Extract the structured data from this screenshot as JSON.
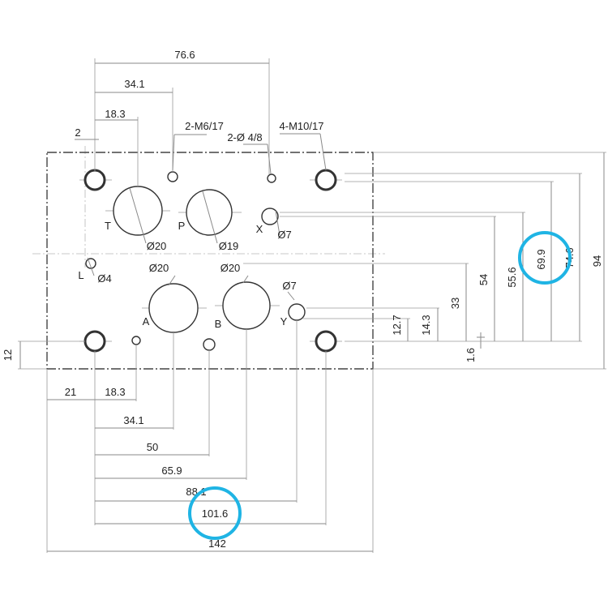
{
  "drawing": {
    "dims_top": {
      "d76_6": "76.6",
      "d34_1": "34.1",
      "d18_3": "18.3",
      "d2": "2"
    },
    "callouts": {
      "m6": "2-M6/17",
      "phi4_8": "2-Ø 4/8",
      "m10": "4-M10/17"
    },
    "ports": {
      "T": "T",
      "P": "P",
      "X": "X",
      "L": "L",
      "A": "A",
      "B": "B",
      "Y": "Y"
    },
    "diameters": {
      "t": "Ø20",
      "p": "Ø19",
      "x": "Ø7",
      "l": "Ø4",
      "a": "Ø20",
      "b": "Ø20",
      "y": "Ø7"
    },
    "dims_bottom": {
      "d21": "21",
      "d18_3": "18.3",
      "d34_1": "34.1",
      "d50": "50",
      "d65_9": "65.9",
      "d88_1": "88.1",
      "d101_6": "101.6",
      "d142": "142"
    },
    "dims_right": {
      "d12_7": "12.7",
      "d14_3": "14.3",
      "d33": "33",
      "d54": "54",
      "d55_6": "55.6",
      "d69_9": "69.9",
      "d74_6": "74.6",
      "d94": "94",
      "d1_6": "1.6"
    },
    "dims_left": {
      "d12": "12"
    },
    "highlight_color": "#1fb4e4"
  }
}
